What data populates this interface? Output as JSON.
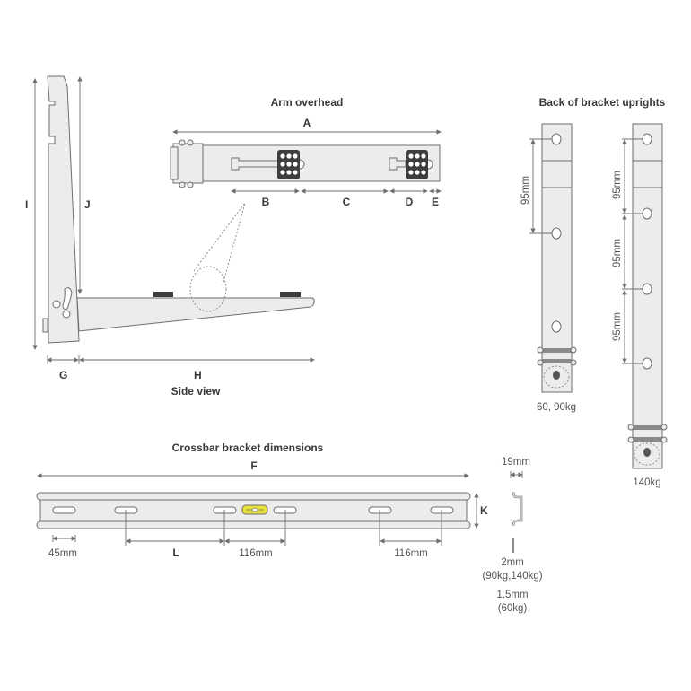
{
  "side_view": {
    "title": "Side view",
    "labels": {
      "I": "I",
      "J": "J",
      "G": "G",
      "H": "H"
    }
  },
  "arm_overhead": {
    "title": "Arm overhead",
    "labels": {
      "A": "A",
      "B": "B",
      "C": "C",
      "D": "D",
      "E": "E"
    }
  },
  "uprights": {
    "title": "Back of bracket uprights",
    "left": {
      "spacing": "95mm",
      "caption": "60, 90kg"
    },
    "right": {
      "spacings": [
        "95mm",
        "95mm",
        "95mm"
      ],
      "caption": "140kg"
    }
  },
  "crossbar": {
    "title": "Crossbar bracket dimensions",
    "labels": {
      "F": "F",
      "K": "K",
      "L": "L"
    },
    "dims": {
      "end_offset": "45mm",
      "center_spacing": "116mm",
      "right_spacing": "116mm"
    },
    "level_color": "#e6e23a"
  },
  "profile": {
    "width": "19mm",
    "thickness_heavy": "2mm",
    "thickness_heavy_note": "(90kg,140kg)",
    "thickness_light": "1.5mm",
    "thickness_light_note": "(60kg)"
  }
}
